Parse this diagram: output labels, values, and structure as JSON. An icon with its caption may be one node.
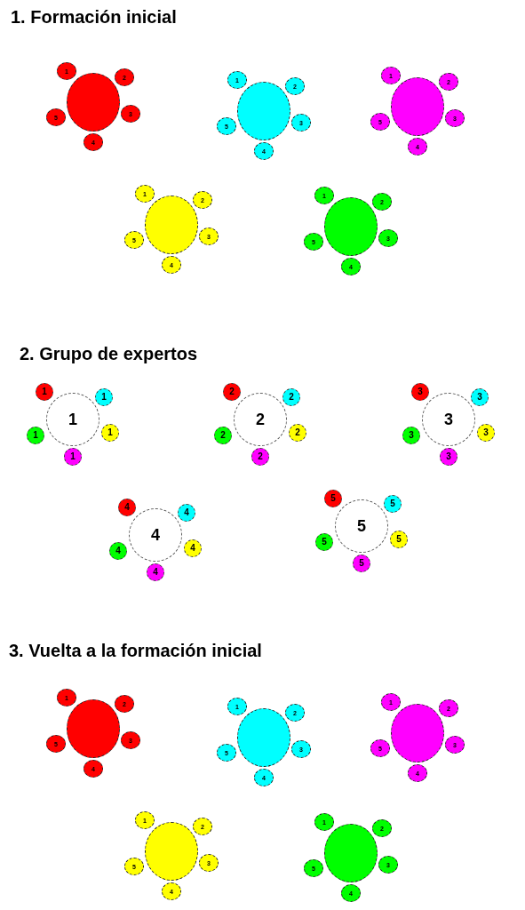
{
  "diagram": {
    "nodes": [
      {
        "text": [],
        "shape": "circle"
      },
      {
        "text": [
          "1"
        ]
      },
      {
        "text": [
          "2"
        ]
      },
      {
        "text": [
          "3"
        ]
      },
      {
        "text": [
          "4"
        ]
      },
      {
        "text": [
          "5"
        ]
      },
      {
        "text": [],
        "shape": "circle"
      },
      {
        "text": [
          "1"
        ]
      },
      {
        "text": [
          "2"
        ]
      },
      {
        "text": [
          "3"
        ]
      },
      {
        "text": [
          "4"
        ]
      },
      {
        "text": [
          "5"
        ]
      },
      {
        "text": [],
        "shape": "circle"
      },
      {
        "text": [
          "1"
        ]
      },
      {
        "text": [
          "2"
        ]
      },
      {
        "text": [
          "3"
        ]
      },
      {
        "text": [
          "4"
        ]
      },
      {
        "text": [
          "5"
        ]
      },
      {
        "text": [],
        "shape": "circle"
      },
      {
        "text": [
          "1"
        ]
      },
      {
        "text": [
          "2"
        ]
      },
      {
        "text": [
          "3"
        ]
      },
      {
        "text": [
          "4"
        ]
      },
      {
        "text": [
          "5"
        ]
      },
      {
        "text": [],
        "shape": "circle"
      },
      {
        "text": [
          "1"
        ]
      },
      {
        "text": [
          "2"
        ]
      },
      {
        "text": [
          "3"
        ]
      },
      {
        "text": [
          "4"
        ]
      },
      {
        "text": [
          "5"
        ]
      },
      {
        "text": [
          "1"
        ]
      },
      {
        "text": [
          "1"
        ]
      },
      {
        "text": [
          "1"
        ]
      },
      {
        "text": [
          "1"
        ]
      },
      {
        "text": [
          "1"
        ]
      },
      {
        "text": [
          "1"
        ]
      },
      {
        "text": [
          "2"
        ]
      },
      {
        "text": [
          "2"
        ]
      },
      {
        "text": [
          "2"
        ]
      },
      {
        "text": [
          "2"
        ]
      },
      {
        "text": [
          "2"
        ]
      },
      {
        "text": [
          "2"
        ]
      },
      {
        "text": [
          "3"
        ]
      },
      {
        "text": [
          "3"
        ]
      },
      {
        "text": [
          "3"
        ]
      },
      {
        "text": [
          "3"
        ]
      },
      {
        "text": [
          "3"
        ]
      },
      {
        "text": [
          "3"
        ]
      },
      {
        "text": [
          "4"
        ]
      },
      {
        "text": [
          "4"
        ]
      },
      {
        "text": [
          "4"
        ]
      },
      {
        "text": [
          "4"
        ]
      },
      {
        "text": [
          "4"
        ]
      },
      {
        "text": [
          "4"
        ]
      },
      {
        "text": [
          "5"
        ]
      },
      {
        "text": [
          "5"
        ]
      },
      {
        "text": [
          "5"
        ]
      },
      {
        "text": [
          "5"
        ]
      },
      {
        "text": [
          "5"
        ]
      },
      {
        "text": [
          "5"
        ]
      },
      {
        "text": [],
        "shape": "circle"
      },
      {
        "text": [
          "1"
        ]
      },
      {
        "text": [
          "2"
        ]
      },
      {
        "text": [
          "3"
        ]
      },
      {
        "text": [
          "4"
        ]
      },
      {
        "text": [
          "5"
        ]
      },
      {
        "text": [],
        "shape": "circle"
      },
      {
        "text": [
          "1"
        ]
      },
      {
        "text": [
          "2"
        ]
      },
      {
        "text": [
          "3"
        ]
      },
      {
        "text": [
          "4"
        ]
      },
      {
        "text": [
          "5"
        ]
      },
      {
        "text": [],
        "shape": "circle"
      },
      {
        "text": [
          "1"
        ]
      },
      {
        "text": [
          "2"
        ]
      },
      {
        "text": [
          "3"
        ]
      },
      {
        "text": [
          "4"
        ]
      },
      {
        "text": [
          "5"
        ]
      },
      {
        "text": [],
        "shape": "circle"
      },
      {
        "text": [
          "1"
        ]
      },
      {
        "text": [
          "2"
        ]
      },
      {
        "text": [
          "3"
        ]
      },
      {
        "text": [
          "4"
        ]
      },
      {
        "text": [
          "5"
        ]
      },
      {
        "text": [],
        "shape": "circle"
      },
      {
        "text": [
          "1"
        ]
      },
      {
        "text": [
          "2"
        ]
      },
      {
        "text": [
          "3"
        ]
      },
      {
        "text": [
          "4"
        ]
      },
      {
        "text": [
          "5"
        ]
      }
    ],
    "labels": [
      "1. Formación inicial",
      "2. Grupo de expertos",
      "3. Vuelta a la formación inicial"
    ]
  }
}
